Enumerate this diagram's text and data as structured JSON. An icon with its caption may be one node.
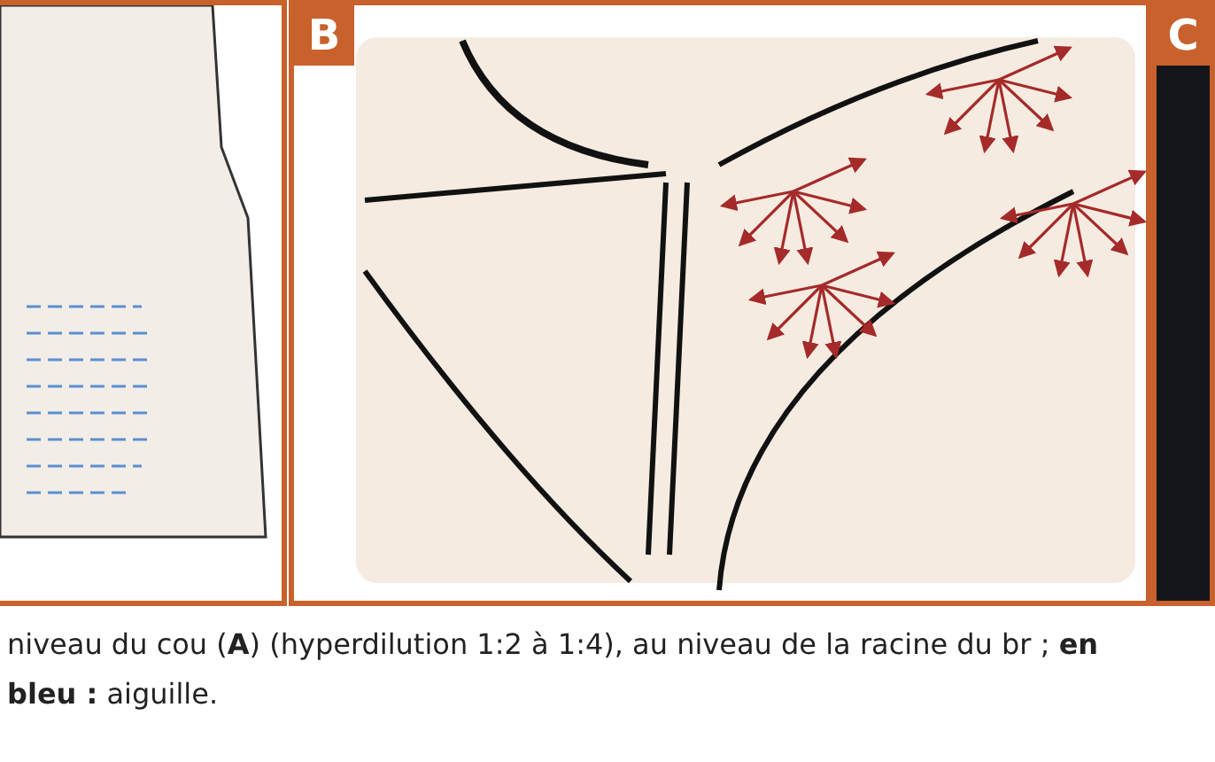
{
  "diagram": {
    "caption": "niveau du cou (**A**) (hyperdilution 1:2 à 1:4), au niveau de la racine du br ; **en bleu :** aiguille.",
    "labels": [
      "B",
      "C"
    ]
  }
}
